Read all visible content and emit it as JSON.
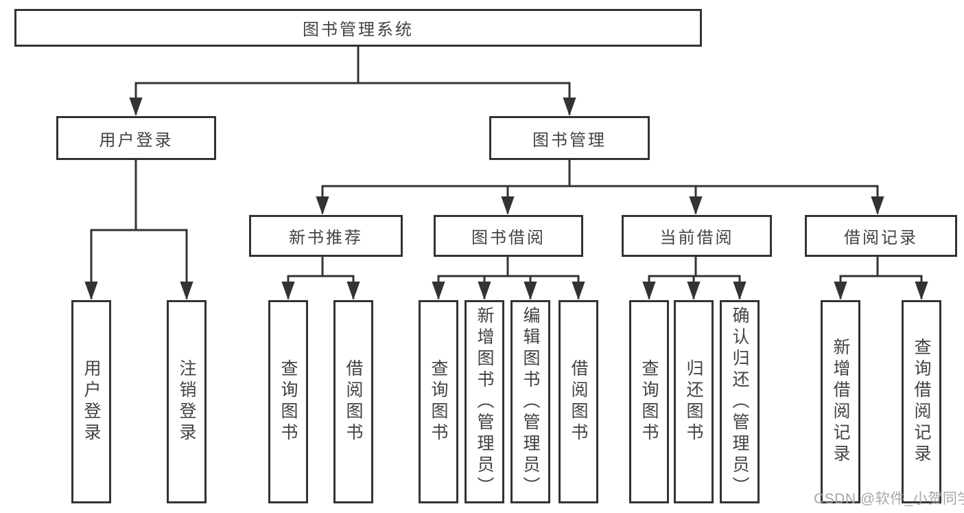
{
  "diagram": {
    "type": "tree",
    "root": {
      "label": "图书管理系统"
    },
    "level2": [
      {
        "id": "user-login-group",
        "label": "用户登录"
      },
      {
        "id": "book-management",
        "label": "图书管理"
      }
    ],
    "level3": [
      {
        "id": "new-book-recommend",
        "label": "新书推荐",
        "parent": "图书管理"
      },
      {
        "id": "book-borrowing",
        "label": "图书借阅",
        "parent": "图书管理"
      },
      {
        "id": "current-borrowing",
        "label": "当前借阅",
        "parent": "图书管理"
      },
      {
        "id": "borrowing-records",
        "label": "借阅记录",
        "parent": "图书管理"
      }
    ],
    "leaves": [
      {
        "label": "用户登录",
        "parent": "用户登录"
      },
      {
        "label": "注销登录",
        "parent": "用户登录"
      },
      {
        "label": "查询图书",
        "parent": "新书推荐"
      },
      {
        "label": "借阅图书",
        "parent": "新书推荐"
      },
      {
        "label": "查询图书",
        "parent": "图书借阅"
      },
      {
        "label": "新增图书（管理员）",
        "parent": "图书借阅"
      },
      {
        "label": "编辑图书（管理员）",
        "parent": "图书借阅"
      },
      {
        "label": "借阅图书",
        "parent": "图书借阅"
      },
      {
        "label": "查询图书",
        "parent": "当前借阅"
      },
      {
        "label": "归还图书",
        "parent": "当前借阅"
      },
      {
        "label": "确认归还（管理员）",
        "parent": "当前借阅"
      },
      {
        "label": "新增借阅记录",
        "parent": "借阅记录"
      },
      {
        "label": "查询借阅记录",
        "parent": "借阅记录"
      }
    ]
  },
  "watermark": {
    "text": "CSDN @软件_小贺同学",
    "color": "#a0a0a0"
  },
  "colors": {
    "line": "#333333",
    "box_border": "#333333",
    "text": "#424242",
    "box_background": "#ffffff",
    "page_background": "#ffffff"
  }
}
